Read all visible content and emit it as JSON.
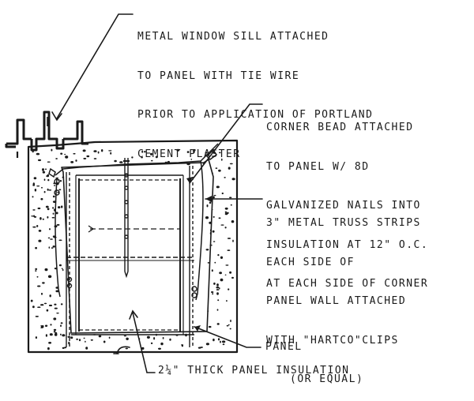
{
  "notes": {
    "window_sill": [
      "METAL WINDOW SILL ATTACHED",
      "TO PANEL WITH TIE WIRE",
      "PRIOR TO APPLICATION OF PORTLAND",
      "CEMENT PLASTER"
    ],
    "corner_bead": [
      "CORNER BEAD ATTACHED",
      "TO PANEL W/ 8d",
      "GALVANIZED NAILS INTO",
      "INSULATION AT 12\" O.C.",
      "AT EACH SIDE OF CORNER"
    ],
    "truss_strips": [
      "3\" METAL TRUSS STRIPS",
      "EACH SIDE OF",
      "PANEL WALL ATTACHED",
      "WITH \"HARTCO\"CLIPS",
      "(OR EQUAL)"
    ],
    "panel": "PANEL",
    "insulation": "2¼\" THICK PANEL INSULATION"
  },
  "colors": {
    "ink": "#1a1a1a",
    "paper": "#ffffff"
  }
}
